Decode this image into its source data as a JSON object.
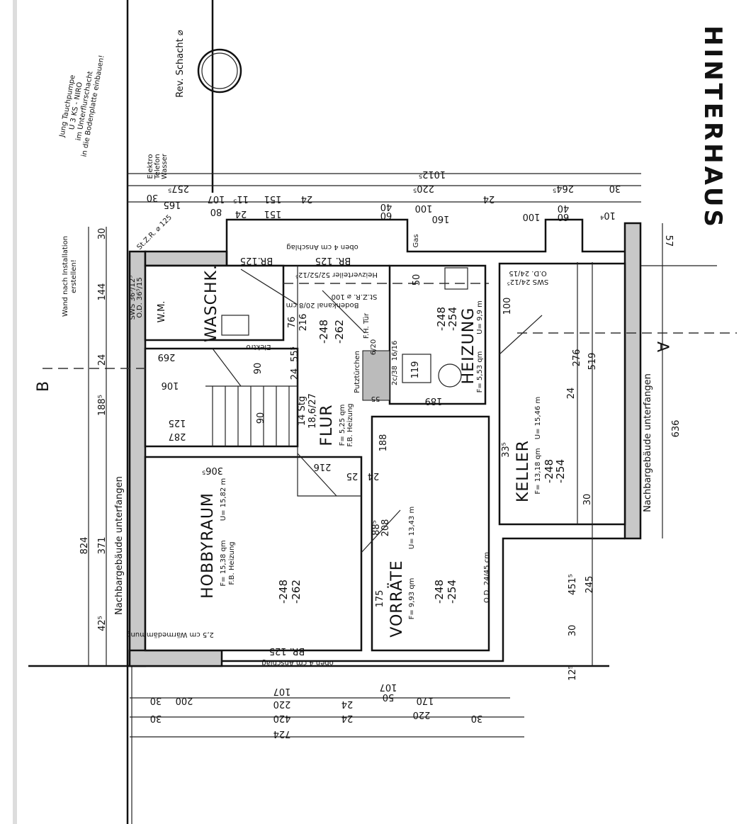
{
  "title": "HINTERHAUS",
  "notes": {
    "rev_schacht": "Rev. Schacht ⌀",
    "pump": [
      "Jung Tauchpumpe",
      "U 3 KS - NIRO",
      "im Unterflurschacht",
      "in die Bodenplatte einbauen!"
    ],
    "utilities": [
      "Elektro",
      "Telefon",
      "Wasser"
    ],
    "wand": [
      "Wand nach Installation",
      "erstellen!"
    ],
    "unterfangen_left": "Nachbargebäude unterfangen",
    "unterfangen_right": "Nachbargebäude unterfangen",
    "section_a": "A",
    "section_b": "B",
    "gas": "Gas",
    "heizverteiler": "Heizverteiler 52/52/12⁵",
    "bodenkanal": "Bodenkanal 20/8 cm",
    "stzr_100": "St.Z.R. ⌀ 100",
    "stzr_125": "St.Z.R. ⌀ 125",
    "fh_tuer": "F.H. Tür",
    "fh_size": "6/20",
    "putz": "Putztürchen",
    "waermedaemmung": "2,5 cm Wärmedämmung",
    "od_vorraete": "O.D. 24/45 cm",
    "sws_left": "SWS 36⁵/12⁵",
    "od_left": "O.D. 36⁵/15",
    "sws_keller": "SWS 24/12⁵",
    "od_keller": "O.D. 24/15",
    "boiler": "119",
    "elektro_small": "Elektro"
  },
  "rooms": {
    "waschk": {
      "name": "WASCHK.",
      "wm": "W.M."
    },
    "flur": {
      "name": "FLUR",
      "area": "F= 5,25 qm",
      "heating": "F.B. Heizung",
      "level_top": "-248",
      "level_bottom": "-262"
    },
    "treppe": {
      "steps": "14 Stg",
      "ratio": "18,6/27"
    },
    "heizung": {
      "name": "HEIZUNG",
      "area": "F= 5,53 qm",
      "perimeter": "U= 9,9 m",
      "level_top": "-248",
      "level_bottom": "-254"
    },
    "keller": {
      "name": "KELLER",
      "area": "F= 13,18 qm",
      "perimeter": "U= 15,46 m",
      "level_top": "-248",
      "level_bottom": "-254"
    },
    "hobbyraum": {
      "name": "HOBBYRAUM",
      "area": "F= 15,38 qm",
      "perimeter": "U= 15,82 m",
      "heating": "F.B. Heizung",
      "level_top": "-248",
      "level_bottom": "-262"
    },
    "vorraete": {
      "name": "VORRÄTE",
      "area": "F= 9,93 qm",
      "perimeter": "U= 13,43 m",
      "level_top": "-248",
      "level_bottom": "-254"
    }
  },
  "openings": {
    "br_bottom": "BR. 125",
    "anschlag_bottom": "oben 4 cm Anschlag",
    "br_top_left": "BR.125",
    "br_top_right": "BR. 125",
    "anschlag_top": "oben 4 cm Anschlag",
    "door_88_208": [
      "88⁵",
      "208"
    ]
  },
  "dims": {
    "top": [
      "1012⁵",
      "257⁵",
      "220⁵",
      "264⁵",
      "30",
      "165",
      "107",
      "151",
      "24",
      "80",
      "11⁵",
      "151",
      "24",
      "100",
      "160",
      "24",
      "60",
      "40",
      "100",
      "60",
      "40",
      "30",
      "10⁴"
    ],
    "bottom": [
      "30",
      "200",
      "220",
      "107",
      "24",
      "50",
      "107",
      "170",
      "30",
      "420",
      "24",
      "220",
      "30",
      "724"
    ],
    "left": [
      "30",
      "144",
      "24",
      "188⁵",
      "824",
      "371",
      "42⁵"
    ],
    "right": [
      "57",
      "636",
      "519",
      "276",
      "24",
      "33⁵",
      "30",
      "451⁵",
      "245",
      "30",
      "12⁵"
    ],
    "inner": [
      "269",
      "106",
      "125",
      "287",
      "90",
      "90",
      "306⁵",
      "216",
      "25",
      "24",
      "188",
      "175",
      "189",
      "100",
      "50",
      "216",
      "76",
      "55⁵",
      "24",
      "16/16",
      "2c/38",
      "55"
    ]
  }
}
